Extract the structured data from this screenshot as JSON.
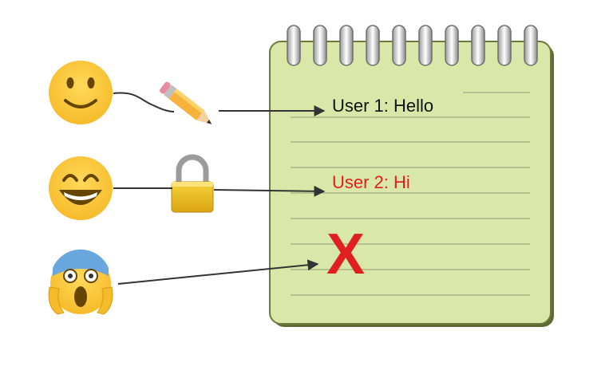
{
  "entries": [
    {
      "text": "User 1: Hello",
      "color": "#111111"
    },
    {
      "text": "User 2: Hi",
      "color": "#e02020"
    }
  ],
  "denied_mark": "X",
  "colors": {
    "notepad_fill": "#d9e8a8",
    "notepad_border": "#6b7a3c",
    "ruled_line": "#8f9a78",
    "emoji_yellow": "#fbc93d",
    "connector": "#333333",
    "denied": "#e02020"
  },
  "icons": [
    "smiling-face-icon",
    "grinning-face-icon",
    "screaming-face-icon",
    "pencil-icon",
    "padlock-icon",
    "red-x-icon"
  ]
}
